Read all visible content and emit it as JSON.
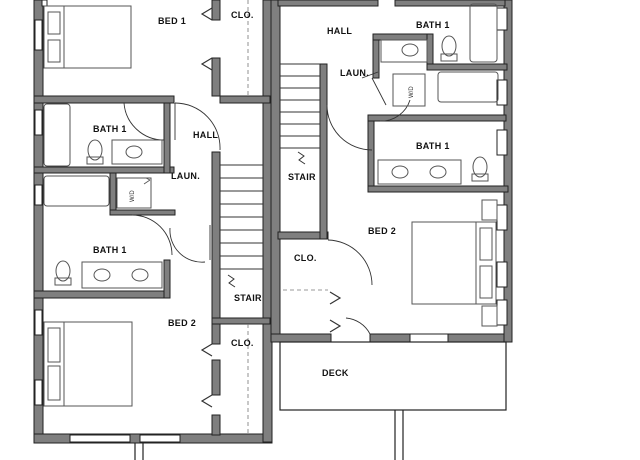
{
  "floor_plan": {
    "left_unit": {
      "bed_1": "BED 1",
      "closet_top": "CLO.",
      "bath_1_upper": "BATH 1",
      "hall": "HALL",
      "laundry": "LAUN.",
      "washer_dryer": "W/D",
      "bath_1_lower": "BATH 1",
      "stair": "STAIR",
      "bed_2": "BED 2",
      "closet_bottom": "CLO."
    },
    "right_unit": {
      "hall": "HALL",
      "bath_1_upper": "BATH 1",
      "laundry": "LAUN.",
      "washer_dryer": "W/D",
      "bath_1_lower": "BATH 1",
      "stair": "STAIR",
      "bed_2": "BED 2",
      "closet": "CLO.",
      "deck": "DECK"
    },
    "colors": {
      "wall_fill": "#7f7f7f",
      "wall_stroke": "#222222",
      "line": "#333333",
      "fixture": "#555555",
      "background": "#ffffff"
    }
  }
}
